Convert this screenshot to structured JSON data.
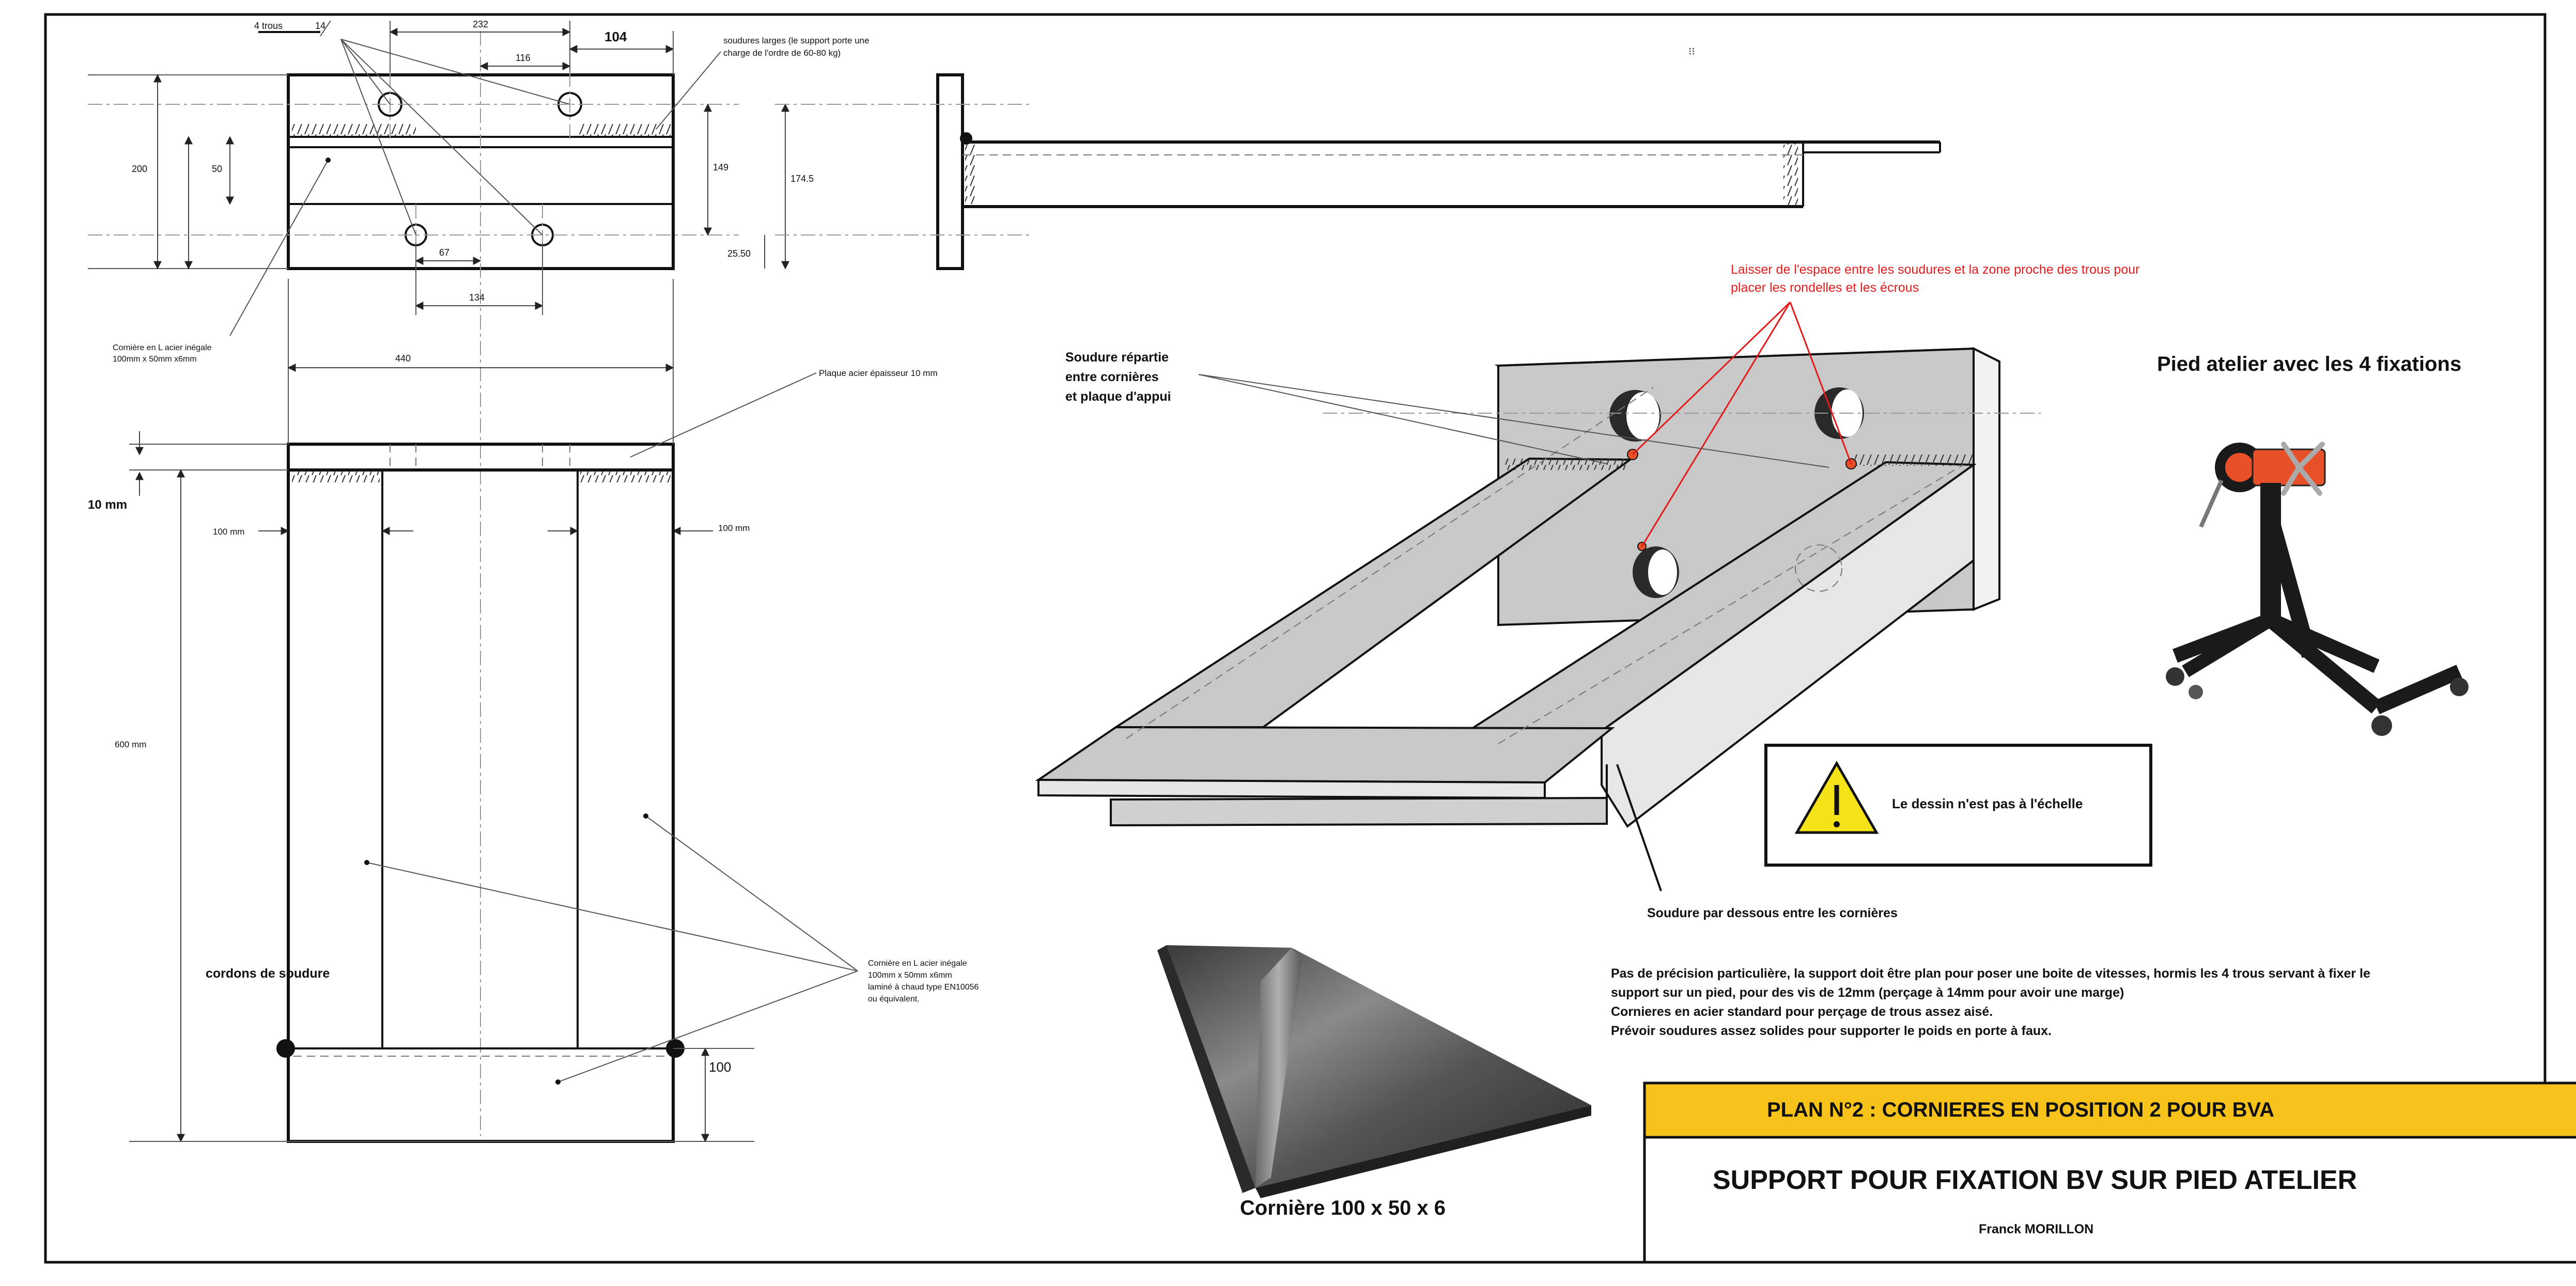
{
  "front_view": {
    "label_4trous": "4 trous",
    "label_14": "14",
    "dim_232": "232",
    "dim_104": "104",
    "dim_116": "116",
    "dim_200": "200",
    "dim_50": "50",
    "dim_149": "149",
    "dim_174": "174.5",
    "dim_2550": "25.50",
    "dim_67": "67",
    "dim_134": "134",
    "soudures_note_1": "soudures larges (le support porte une",
    "soudures_note_2": "charge de l'ordre de 60-80 kg)",
    "corniere_note_1": "Cornière en L acier inégale",
    "corniere_note_2": "100mm x 50mm x6mm"
  },
  "top_view": {
    "dim_440": "440",
    "plaque_note": "Plaque acier épaisseur  10 mm",
    "dim_10mm": "10 mm",
    "dim_100mm_left": "100 mm",
    "dim_100mm_right": "100 mm",
    "dim_600mm": "600 mm",
    "cordons": "cordons de soudure",
    "dim_100": "100",
    "corniere_note_1": "Cornière en L acier inégale",
    "corniere_note_2": "100mm x 50mm x6mm",
    "corniere_note_3": "laminé à chaud type EN10056",
    "corniere_note_4": "ou équivalent."
  },
  "iso_view": {
    "red_note_1": "Laisser de l'espace entre les soudures et la zone proche des trous pour",
    "red_note_2": "placer les rondelles et les écrous",
    "soudure_repartie_1": "Soudure répartie",
    "soudure_repartie_2": "entre cornières",
    "soudure_repartie_3": "et plaque d'appui",
    "soudure_dessous": "Soudure par dessous entre les cornières"
  },
  "stand": {
    "title": "Pied atelier avec les 4 fixations"
  },
  "warning": {
    "text": "Le dessin n'est pas à l'échelle"
  },
  "notes": {
    "line1": "Pas de précision particulière, la support doit être plan pour poser une boite de vitesses, hormis les 4 trous servant à fixer le",
    "line2": "support sur un pied, pour des vis de 12mm (perçage à 14mm pour avoir une marge)",
    "line3": "Cornieres en acier standard pour perçage de trous assez aisé.",
    "line4": "Prévoir soudures assez solides pour supporter le poids en porte à faux."
  },
  "photo": {
    "caption": "Cornière 100 x 50 x 6"
  },
  "title_block": {
    "plan": "PLAN N°2  : CORNIERES EN POSITION 2 POUR BVA",
    "title": "SUPPORT POUR FIXATION BV SUR PIED ATELIER",
    "author": "Franck MORILLON"
  },
  "colors": {
    "banner": "#f7c31a",
    "iso_fill": "#c8c8c8",
    "warning": "#f5e31a",
    "red": "#e31b1b",
    "stand_orange": "#e8502a"
  }
}
